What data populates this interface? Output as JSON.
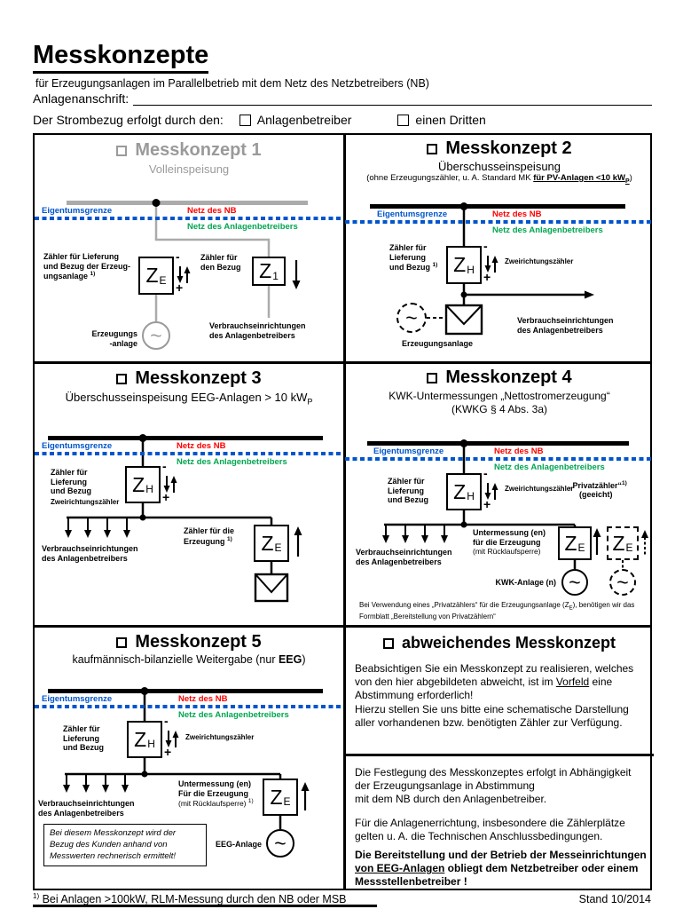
{
  "colors": {
    "red": "#ff0000",
    "green": "#00a651",
    "blue": "#0055cc",
    "gray": "#ababab",
    "gray_text": "#9a9a9a"
  },
  "header": {
    "title": "Messkonzepte",
    "subtitle": "für Erzeugungsanlagen im Parallelbetrieb mit dem Netz des Netzbetreibers (NB)",
    "address_label": "Anlagenanschrift:",
    "supply_label": "Der Strombezug erfolgt durch den:",
    "option_operator": "Anlagenbetreiber",
    "option_third": "einen Dritten"
  },
  "common": {
    "eigentumsgrenze": "Eigentumsgrenze",
    "netz_nb": "Netz des NB",
    "netz_ab": "Netz des Anlagenbetreibers",
    "verbrauch": "Verbrauchseinrichtungen\ndes Anlagenbetreibers",
    "zweirichtungszaehler": "Zweirichtungszähler",
    "z": "Z",
    "sub_e": "E",
    "sub_h": "H",
    "sub_1": "1",
    "plus": "+",
    "minus": "-",
    "tilde": "~",
    "sup1": "1)"
  },
  "mk1": {
    "title": "Messkonzept 1",
    "subtitle": "Volleinspeisung",
    "meter1_label": "Zähler für Lieferung\nund Bezug der Erzeug-\nungsanlage ",
    "meter2_label": "Zähler für\nden Bezug",
    "generator_label": "Erzeugungs\n-anlage"
  },
  "mk2": {
    "title": "Messkonzept 2",
    "subtitle": "Überschusseinspeisung",
    "note_pre": "(ohne Erzeugungszähler, u. A. Standard MK ",
    "note_underlined": "für PV-Anlagen <10 kW",
    "note_sub": "P",
    "note_post": ")",
    "meter_label": "Zähler für\nLieferung\nund Bezug ",
    "generator_label": "Erzeugungsanlage"
  },
  "mk3": {
    "title": "Messkonzept 3",
    "subtitle_pre": "Überschusseinspeisung EEG-Anlagen > 10 kW",
    "subtitle_sub": "P",
    "meter_label": "Zähler für\nLieferung\nund Bezug",
    "gen_meter_label": "Zähler für die\nErzeugung "
  },
  "mk4": {
    "title": "Messkonzept 4",
    "subtitle1": "KWK-Untermessungen „Nettostromerzeugung“",
    "subtitle2": "(KWKG § 4 Abs. 3a)",
    "meter_label": "Zähler für\nLieferung\nund Bezug",
    "privat_label": "„Privatzähler“",
    "privat_label2": "(geeicht)",
    "submeter_bold": "Untermessung (en)\nfür die Erzeugung",
    "submeter_normal": "\n(mit Rücklaufsperre)",
    "kwk_label": "KWK-Anlage (n)",
    "note_pre": "Bei Verwendung eines „Privatzählers“ für die Erzeugungsanlage (Z",
    "note_sub": "E",
    "note_post": "), benötigen wir das Formblatt „Bereitstellung von Privatzählern“"
  },
  "mk5": {
    "title": "Messkonzept 5",
    "subtitle_pre": "kaufmännisch-bilanzielle Weitergabe (nur ",
    "subtitle_bold": "EEG",
    "subtitle_post": ")",
    "meter_label": "Zähler für\nLieferung\nund Bezug",
    "submeter_bold": "Untermessung (en)\nFür die Erzeugung",
    "submeter_normal": "\n(mit Rücklaufsperre) ",
    "eeg_label": "EEG-Anlage",
    "note": "Bei diesem Messkonzept wird der\nBezug des Kunden anhand von\nMesswerten rechnerisch ermittelt!"
  },
  "mk6": {
    "title": "abweichendes Messkonzept",
    "p1_pre": "Beabsichtigen Sie ein Messkonzept zu realisieren, welches von den hier abgebildeten abweicht, ist im ",
    "p1_underlined": "Vorfeld",
    "p1_post": " eine Abstimmung erforderlich!\nHierzu stellen Sie uns bitte eine schematische Darstellung aller vorhandenen bzw. benötigten Zähler zur Verfügung.",
    "p2": "Die Festlegung des Messkonzeptes erfolgt in Abhängigkeit der Erzeugungsanlage in Abstimmung\nmit dem NB durch den Anlagenbetreiber.",
    "p3": "Für die Anlagenerrichtung, insbesondere die Zählerplätze gelten u. A. die Technischen Anschlussbedingungen.",
    "p4_pre": "Die Bereitstellung und der Betrieb der Messeinrichtungen ",
    "p4_underlined": "von EEG-Anlagen",
    "p4_post": " obliegt dem Netzbetreiber oder einem Messstellenbetreiber !"
  },
  "footer": {
    "note_sup": "1)",
    "note_text": " Bei Anlagen >100kW, RLM-Messung durch den NB oder MSB",
    "date": "Stand 10/2014"
  }
}
